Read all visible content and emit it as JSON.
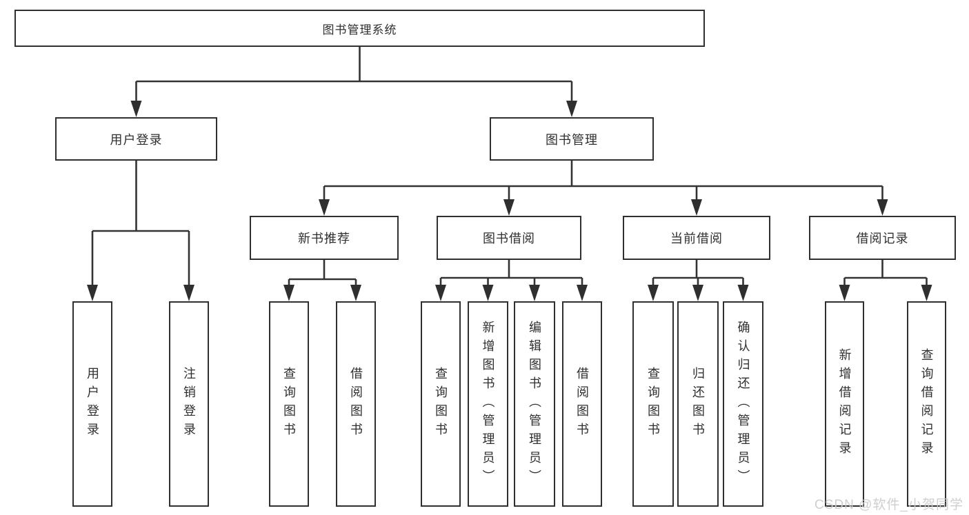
{
  "diagram_type": "hierarchy-chart",
  "colors": {
    "background": "#ffffff",
    "box_border": "#2f2f2f",
    "connector_line": "#333333",
    "text": "#2f2f2f",
    "watermark": "#cccccc"
  },
  "tree": {
    "label": "图书管理系统",
    "children": [
      {
        "label": "用户登录",
        "children": [
          {
            "label": "用户登录"
          },
          {
            "label": "注销登录"
          }
        ]
      },
      {
        "label": "图书管理",
        "children": [
          {
            "label": "新书推荐",
            "children": [
              {
                "label": "查询图书"
              },
              {
                "label": "借阅图书"
              }
            ]
          },
          {
            "label": "图书借阅",
            "children": [
              {
                "label": "查询图书"
              },
              {
                "label": "新增图书（管理员）"
              },
              {
                "label": "编辑图书（管理员）"
              },
              {
                "label": "借阅图书"
              }
            ]
          },
          {
            "label": "当前借阅",
            "children": [
              {
                "label": "查询图书"
              },
              {
                "label": "归还图书"
              },
              {
                "label": "确认归还（管理员）"
              }
            ]
          },
          {
            "label": "借阅记录",
            "children": [
              {
                "label": "新增借阅记录"
              },
              {
                "label": "查询借阅记录"
              }
            ]
          }
        ]
      }
    ]
  },
  "watermark": "CSDN @软件_小贺同学"
}
